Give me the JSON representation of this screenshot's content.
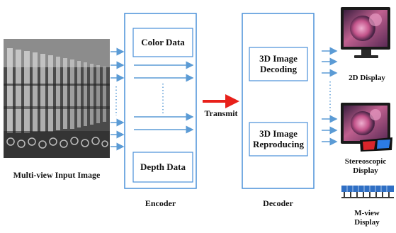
{
  "input": {
    "label": "Multi-view Input Image"
  },
  "encoder": {
    "label": "Encoder",
    "color_data": "Color Data",
    "depth_data": "Depth Data"
  },
  "transmit": {
    "label": "Transmit"
  },
  "decoder": {
    "label": "Decoder",
    "decoding": "3D Image Decoding",
    "reproducing": "3D Image Reproducing"
  },
  "displays": {
    "two_d": "2D Display",
    "stereo": "Stereoscopic Display",
    "mview": "M-view Display"
  },
  "colors": {
    "box_border": "#4a90d9",
    "arrow": "#5b9bd5",
    "transmit_arrow": "#e8201a"
  },
  "icons": [
    "photo-stack-icon",
    "monitor-2d-icon",
    "monitor-stereo-icon",
    "3d-glasses-icon",
    "multiview-array-icon"
  ]
}
